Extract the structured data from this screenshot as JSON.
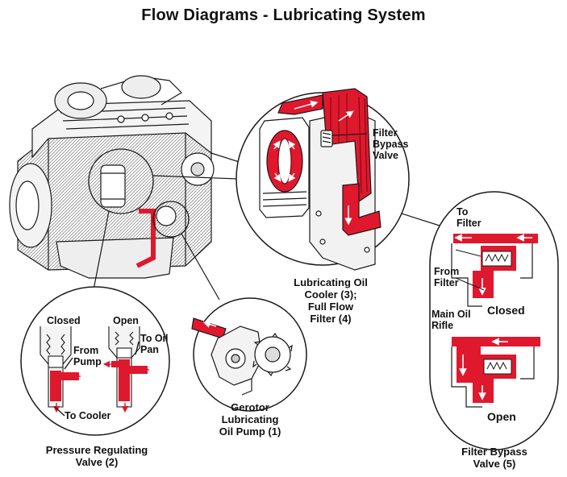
{
  "title": "Flow Diagrams - Lubricating System",
  "colors": {
    "oil": "#e0182d",
    "line": "#1a1a1a",
    "paper": "#ffffff"
  },
  "labels": {
    "filter_bypass_valve_callout": [
      "Filter",
      "Bypass",
      "Valve"
    ],
    "cooler_filter_caption": [
      "Lubricating Oil",
      "Cooler (3);",
      "Full Flow",
      "Filter (4)"
    ],
    "to_filter": [
      "To",
      "Filter"
    ],
    "from_filter": [
      "From",
      "Filter"
    ],
    "main_oil_rifle": [
      "Main Oil",
      "Rifle"
    ],
    "closed_bypass": "Closed",
    "open_bypass": "Open",
    "bypass_caption": [
      "Filter Bypass",
      "Valve (5)"
    ],
    "prv_closed": "Closed",
    "prv_open": "Open",
    "from_pump": [
      "From",
      "Pump"
    ],
    "to_oil_pan": [
      "To Oil",
      "Pan"
    ],
    "to_cooler": "To Cooler",
    "prv_caption": [
      "Pressure Regulating",
      "Valve (2)"
    ],
    "pump_caption": [
      "Gerotor",
      "Lubricating",
      "Oil Pump (1)"
    ]
  }
}
